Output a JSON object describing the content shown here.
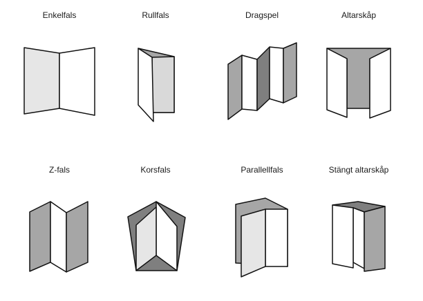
{
  "folds": [
    {
      "id": "enkelfals",
      "label": "Enkelfals"
    },
    {
      "id": "rullfals",
      "label": "Rullfals"
    },
    {
      "id": "dragspel",
      "label": "Dragspel"
    },
    {
      "id": "altarskap",
      "label": "Altarskåp"
    },
    {
      "id": "z-fals",
      "label": "Z-fals"
    },
    {
      "id": "korsfals",
      "label": "Korsfals"
    },
    {
      "id": "parallellfals",
      "label": "Parallellfals"
    },
    {
      "id": "stangt-altarskap",
      "label": "Stängt altarskåp"
    }
  ],
  "colors": {
    "outline": "#111111",
    "panel_white": "#ffffff",
    "panel_light": "#e6e6e6",
    "panel_gray": "#a6a6a6",
    "panel_dark": "#7f7f7f"
  }
}
